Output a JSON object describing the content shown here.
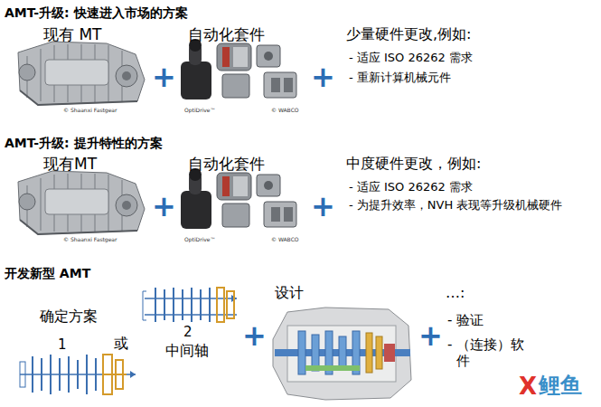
{
  "diagram": {
    "labels": [
      "AMT-升级: 快速进入市场的方案",
      "现有 MT",
      "自动化套件",
      "少量硬件更改,例如:",
      "- 适应 ISO 26262 需求",
      "- 重新计算机械元件",
      "© Shaanxi Fastgear",
      "OptiDrive™",
      "© WABCO",
      "+",
      "+",
      "AMT-升级: 提升特性的方案",
      "现有MT",
      "自动化套件",
      "中度硬件更改，例如:",
      "- 适应 ISO 26262 需求",
      "- 为提升效率，NVH 表现等升级机械硬件",
      "© Shaanxi Fastgear",
      "OptiDrive™",
      "© WABCO",
      "+",
      "+",
      "开发新型 AMT",
      "确定方案",
      "1",
      "或",
      "2",
      "中间轴",
      "+",
      "设计",
      "+",
      "…:",
      "- 验证",
      "- （连接）软件",
      "X",
      "鲤鱼"
    ]
  }
}
